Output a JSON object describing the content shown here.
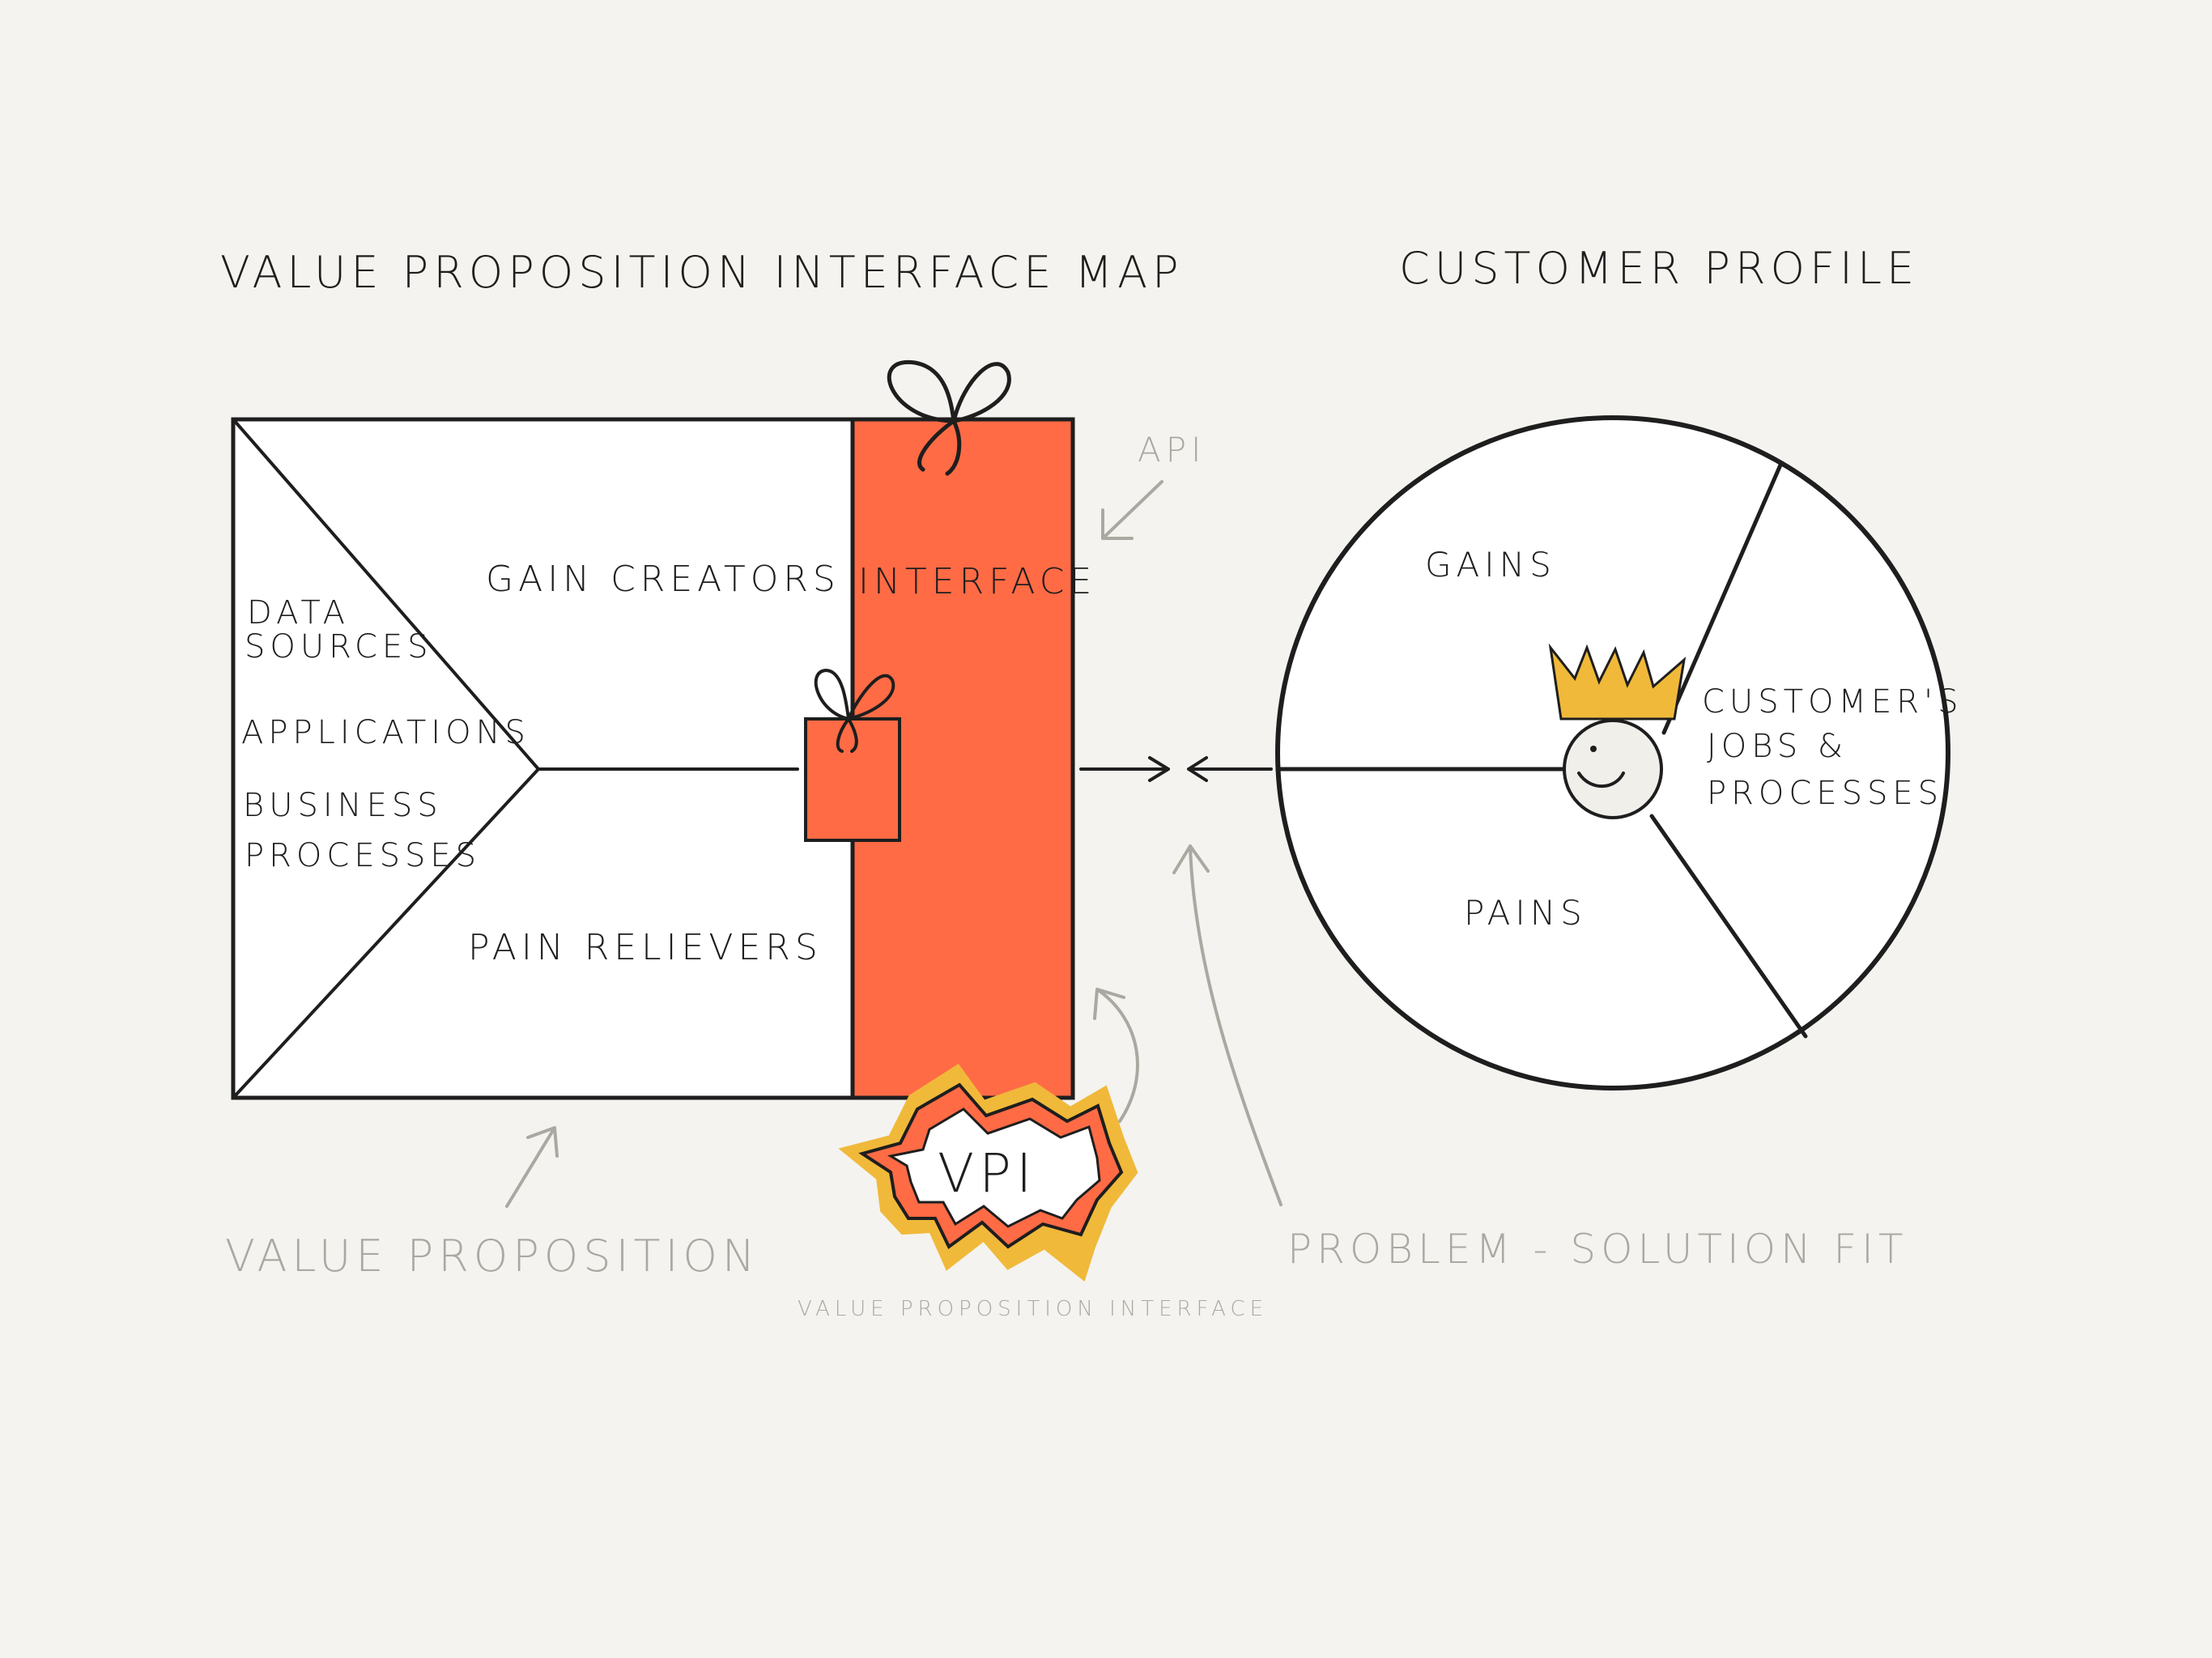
{
  "titles": {
    "left": "VALUE PROPOSITION INTERFACE MAP",
    "right": "CUSTOMER PROFILE"
  },
  "value_map": {
    "gain_creators": "GAIN CREATORS",
    "pain_relievers": "PAIN RELIEVERS",
    "interface": "INTERFACE",
    "sources": [
      "DATA",
      "SOURCES",
      "APPLICATIONS",
      "BUSINESS",
      "PROCESSES"
    ]
  },
  "customer_profile": {
    "gains": "GAINS",
    "pains": "PAINS",
    "jobs": [
      "CUSTOMER'S",
      "JOBS &",
      "PROCESSES"
    ]
  },
  "annotations": {
    "api": "API",
    "value_proposition": "VALUE PROPOSITION",
    "vpi": "VPI",
    "vpi_caption": "VALUE PROPOSITION INTERFACE",
    "problem_solution_fit": "PROBLEM - SOLUTION FIT"
  },
  "colors": {
    "interface_fill": "#ff6b45",
    "crown": "#f0b93a",
    "ink": "#1e1e1e",
    "annotation_gray": "#a9a9a1"
  },
  "icons": [
    "gift-bow-icon",
    "gift-box-icon",
    "crown-icon",
    "smiley-face-icon",
    "explosion-burst-icon"
  ]
}
